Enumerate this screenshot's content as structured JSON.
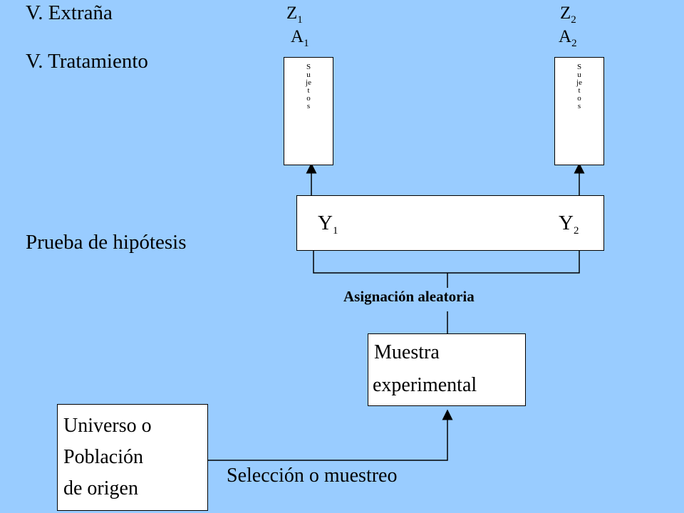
{
  "labels": {
    "extrana": "V. Extraña",
    "tratamiento": "V. Tratamiento",
    "prueba": "Prueba de hipótesis"
  },
  "groups": [
    {
      "z": "Z",
      "z_sub": "1",
      "a": "A",
      "a_sub": "1",
      "box_text": "Sujetos",
      "y": "Y",
      "y_sub": "1"
    },
    {
      "z": "Z",
      "z_sub": "2",
      "a": "A",
      "a_sub": "2",
      "box_text": "Sujetos",
      "y": "Y",
      "y_sub": "2"
    }
  ],
  "asignacion": "Asignación aleatoria",
  "muestra": {
    "line1": "Muestra",
    "line2": "experimental"
  },
  "universo": {
    "line1": "Universo o",
    "line2": "Población",
    "line3": "de origen"
  },
  "seleccion": "Selección o muestreo"
}
